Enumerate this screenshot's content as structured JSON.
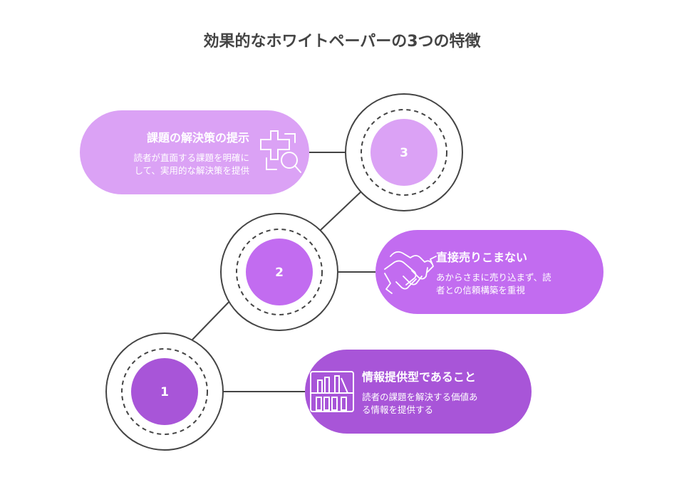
{
  "title": "効果的なホワイトペーパーの3つの特徴",
  "steps": [
    {
      "number": "1",
      "title": "情報提供型であること",
      "description": "読者の課題を解決する価値あ\nる情報を提供する",
      "icon": "bookshelf-icon",
      "color": "#a855d8"
    },
    {
      "number": "2",
      "title": "直接売りこまない",
      "description": "あからさまに売り込まず、読\n者との信頼構築を重視",
      "icon": "handshake-icon",
      "color": "#c26cf0"
    },
    {
      "number": "3",
      "title": "課題の解決策の提示",
      "description": "読者が直面する課題を明確に\nして、実用的な解決策を提供",
      "icon": "puzzle-search-icon",
      "color": "#dba2f5"
    }
  ]
}
